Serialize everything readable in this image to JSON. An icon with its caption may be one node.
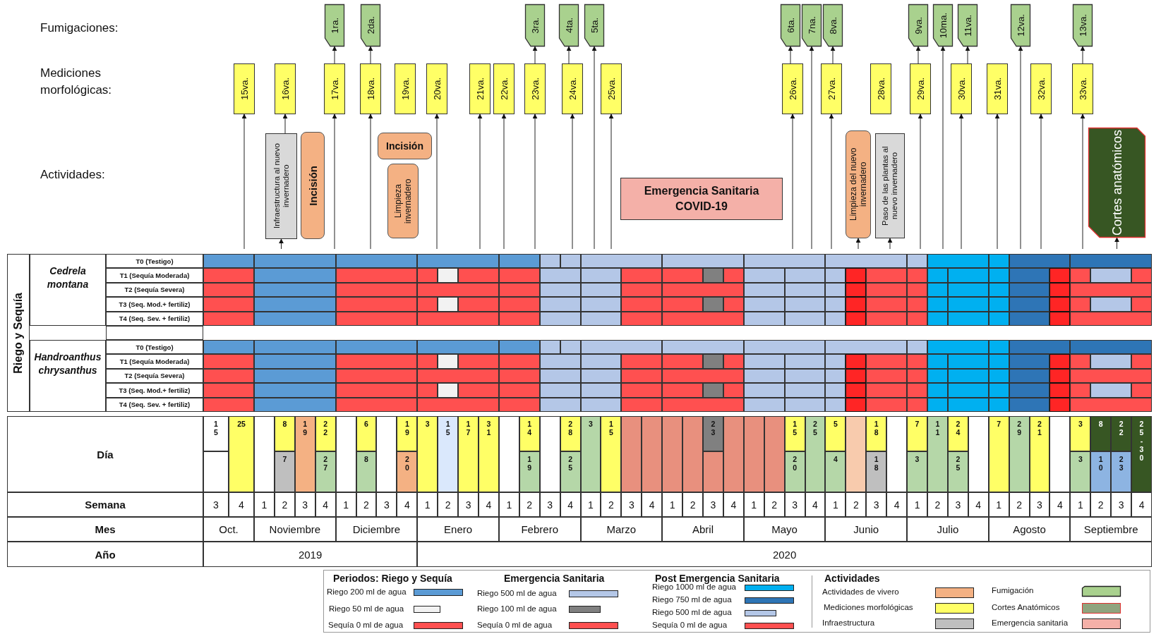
{
  "diagram": {
    "nodes": [
      {
        "text": [
          "1ra."
        ]
      },
      {
        "text": [
          "2da."
        ]
      },
      {
        "text": [
          "3ra."
        ]
      },
      {
        "text": [
          "4ta."
        ]
      },
      {
        "text": [
          "5ta."
        ]
      },
      {
        "text": [
          "6ta."
        ]
      },
      {
        "text": [
          "7na."
        ]
      },
      {
        "text": [
          "8va."
        ]
      },
      {
        "text": [
          "9va."
        ]
      },
      {
        "text": [
          "10ma."
        ]
      },
      {
        "text": [
          "11va."
        ]
      },
      {
        "text": [
          "12va."
        ]
      },
      {
        "text": [
          "13va."
        ]
      },
      {
        "text": [
          "15va."
        ]
      },
      {
        "text": [
          "16va."
        ]
      },
      {
        "text": [
          "17va."
        ]
      },
      {
        "text": [
          "18va."
        ]
      },
      {
        "text": [
          "19va."
        ]
      },
      {
        "text": [
          "20va."
        ]
      },
      {
        "text": [
          "21va."
        ]
      },
      {
        "text": [
          "22va."
        ]
      },
      {
        "text": [
          "23va."
        ]
      },
      {
        "text": [
          "24va."
        ]
      },
      {
        "text": [
          "25va."
        ]
      },
      {
        "text": [
          "26va."
        ]
      },
      {
        "text": [
          "27va."
        ]
      },
      {
        "text": [
          "28va."
        ]
      },
      {
        "text": [
          "29va."
        ]
      },
      {
        "text": [
          "30va."
        ]
      },
      {
        "text": [
          "31va."
        ]
      },
      {
        "text": [
          "32va."
        ]
      },
      {
        "text": [
          "33va."
        ]
      },
      {
        "text": [
          "Infraestructura al nuevo invernadero"
        ]
      },
      {
        "text": [
          "Incisión"
        ]
      },
      {
        "text": [
          "Incisión"
        ]
      },
      {
        "text": [
          "Limpieza invernadero"
        ]
      },
      {
        "text": [
          "Emergencia Sanitaria COVID-19"
        ]
      },
      {
        "text": [
          "Limpieza del nuevo invernadero"
        ]
      },
      {
        "text": [
          "Paso de las plantas al nuevo invernadero"
        ]
      },
      {
        "text": [
          "Cortes anatómicos"
        ]
      }
    ],
    "edges": [
      {
        "from": null,
        "to": 13,
        "arrow": "to"
      },
      {
        "from": 32,
        "to": 14,
        "arrow": "to"
      },
      {
        "from": null,
        "to": 15,
        "arrow": "to"
      },
      {
        "from": null,
        "to": 16,
        "arrow": "to"
      },
      {
        "from": null,
        "to": 18,
        "arrow": "to"
      },
      {
        "from": null,
        "to": 19,
        "arrow": "to"
      },
      {
        "from": null,
        "to": 20,
        "arrow": "to"
      },
      {
        "from": null,
        "to": 21,
        "arrow": "to"
      },
      {
        "from": null,
        "to": 22,
        "arrow": "to"
      },
      {
        "from": null,
        "to": 23,
        "arrow": "to"
      },
      {
        "from": null,
        "to": 24,
        "arrow": "to"
      },
      {
        "from": null,
        "to": 25,
        "arrow": "to"
      },
      {
        "from": null,
        "to": 27,
        "arrow": "to"
      },
      {
        "from": null,
        "to": 28,
        "arrow": "to"
      },
      {
        "from": null,
        "to": 29,
        "arrow": "to"
      },
      {
        "from": null,
        "to": 30,
        "arrow": "to"
      },
      {
        "from": null,
        "to": 31,
        "arrow": "to"
      },
      {
        "from": 15,
        "to": 0,
        "arrow": "to"
      },
      {
        "from": 16,
        "to": 1,
        "arrow": "to"
      },
      {
        "from": 21,
        "to": 2,
        "arrow": "to"
      },
      {
        "from": 22,
        "to": 3,
        "arrow": "to"
      },
      {
        "from": null,
        "to": 4,
        "arrow": "to"
      },
      {
        "from": 24,
        "to": 5,
        "arrow": "to"
      },
      {
        "from": null,
        "to": 6,
        "arrow": "to"
      },
      {
        "from": 25,
        "to": 7,
        "arrow": "to"
      },
      {
        "from": 27,
        "to": 8,
        "arrow": "to"
      },
      {
        "from": null,
        "to": 9,
        "arrow": "to"
      },
      {
        "from": 28,
        "to": 10,
        "arrow": "to"
      },
      {
        "from": null,
        "to": 11,
        "arrow": "to"
      },
      {
        "from": 31,
        "to": 12,
        "arrow": "to"
      },
      {
        "from": null,
        "to": 32,
        "arrow": "to"
      },
      {
        "from": null,
        "to": 37,
        "arrow": "to"
      },
      {
        "from": null,
        "to": 38,
        "arrow": "to"
      },
      {
        "from": null,
        "to": 39,
        "arrow": "to"
      }
    ],
    "labels": [
      "Fumigaciones:",
      "Mediciones morfológicas:",
      "Actividades:",
      "Riego y Sequía",
      "Cedrela montana",
      "T0 (Testigo)",
      "T1 (Sequía Moderada)",
      "T2 (Sequía Severa)",
      "T3 (Seq. Mod.+ fertiliz)",
      "T4 (Seq. Sev. + fertiliz)",
      "Handroanthus chrysanthus",
      "T0 (Testigo)",
      "T1 (Sequía Moderada)",
      "T2 (Sequía Severa)",
      "T3 (Seq. Mod.+ fertiliz)",
      "T4 (Seq. Sev. + fertiliz)",
      "Día",
      "15",
      "25",
      "8",
      "7",
      "19",
      "22",
      "27",
      "6",
      "8",
      "19",
      "20",
      "3",
      "15",
      "17",
      "31",
      "14",
      "19",
      "28",
      "25",
      "3",
      "15",
      "23",
      "15",
      "20",
      "25",
      "5",
      "4",
      "18",
      "18",
      "7",
      "3",
      "11",
      "24",
      "25",
      "7",
      "29",
      "21",
      "3",
      "3",
      "8",
      "10",
      "22",
      "23",
      "25-30",
      "Semana",
      "3",
      "4",
      "1",
      "2",
      "3",
      "4",
      "1",
      "2",
      "3",
      "4",
      "1",
      "2",
      "3",
      "4",
      "1",
      "2",
      "3",
      "4",
      "1",
      "2",
      "3",
      "4",
      "1",
      "2",
      "3",
      "4",
      "1",
      "2",
      "3",
      "4",
      "1",
      "2",
      "3",
      "4",
      "1",
      "2",
      "3",
      "4",
      "1",
      "2",
      "3",
      "4",
      "1",
      "2",
      "3",
      "4",
      "Mes",
      "Oct.",
      "Noviembre",
      "Diciembre",
      "Enero",
      "Febrero",
      "Marzo",
      "Abril",
      "Mayo",
      "Junio",
      "Julio",
      "Agosto",
      "Septiembre",
      "Año",
      "2019",
      "2020",
      "Periodos: Riego y Sequía",
      "Emergencia Sanitaria",
      "Post Emergencia Sanitaria",
      "Actividades"
    ],
    "legend": [
      {
        "text": "Riego 200 ml de agua",
        "color": "#5b9bd5"
      },
      {
        "text": "Riego 50 ml de agua",
        "color": "#f2f2f2"
      },
      {
        "text": "Sequía 0 ml de agua",
        "color": "#ff5050"
      },
      {
        "text": "Riego 500 ml de agua",
        "color": "#b4c7e7"
      },
      {
        "text": "Riego 100 ml de agua",
        "color": "#808080"
      },
      {
        "text": "Sequía 0 ml de agua",
        "color": "#ff5050"
      },
      {
        "text": "Riego 1000 ml de agua",
        "color": "#00b0f0"
      },
      {
        "text": "Riego 750 ml de agua",
        "color": "#2e75b6"
      },
      {
        "text": "Riego 500 ml de agua",
        "color": "#b4c7e7"
      },
      {
        "text": "Sequía 0 ml de agua",
        "color": "#ff5050"
      },
      {
        "text": "Actividades de vivero",
        "color": "#f4b183"
      },
      {
        "text": "Mediciones morfológicas",
        "color": "#ffff66"
      },
      {
        "text": "Infraestructura",
        "color": "#bfbfbf"
      },
      {
        "text": "Fumigación",
        "color": "#a9d18e"
      },
      {
        "text": "Cortes Anatómicos",
        "color": "#8fa47e"
      },
      {
        "text": "Emergencia sanitaria",
        "color": "#f4b0a8"
      }
    ]
  }
}
